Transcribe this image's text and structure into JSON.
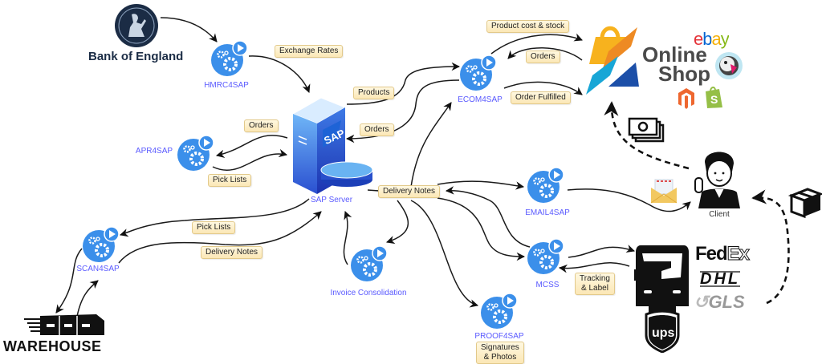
{
  "colors": {
    "node_blue": "#3b8fea",
    "node_label": "#5a5aff",
    "edge_label_bg": "#fdf0c8",
    "edge_label_border": "#e2c98a",
    "boe_navy": "#1b2c45",
    "sap_blue": "#2f6fe0"
  },
  "external": {
    "bank_of_england": "Bank of England",
    "warehouse": "WAREHOUSE",
    "online_shop_line1": "Online",
    "online_shop_line2": "Shop",
    "ebay": "ebay",
    "client": "Client",
    "fedex_fed": "Fed",
    "fedex_ex": "Ex",
    "dhl": "DHL",
    "gls": "GLS",
    "ups": "ups",
    "sap": "SAP"
  },
  "nodes": {
    "hmrc": "HMRC4SAP",
    "apr": "APR4SAP",
    "sap_server": "SAP Server",
    "ecom": "ECOM4SAP",
    "email": "EMAIL4SAP",
    "mcss": "MCSS",
    "scan": "SCAN4SAP",
    "invoice": "Invoice Consolidation",
    "proof": "PROOF4SAP"
  },
  "edge_labels": {
    "exchange_rates": "Exchange Rates",
    "products": "Products",
    "orders_sap": "Orders",
    "orders_apr": "Orders",
    "pick_lists_apr": "Pick Lists",
    "product_cost_stock": "Product cost & stock",
    "orders_shop": "Orders",
    "order_fulfilled": "Order Fulfilled",
    "delivery_notes_hub": "Delivery Notes",
    "pick_lists_scan": "Pick Lists",
    "delivery_notes_scan": "Delivery Notes",
    "tracking_label_1": "Tracking",
    "tracking_label_2": "& Label",
    "signatures_1": "Signatures",
    "signatures_2": "& Photos"
  }
}
